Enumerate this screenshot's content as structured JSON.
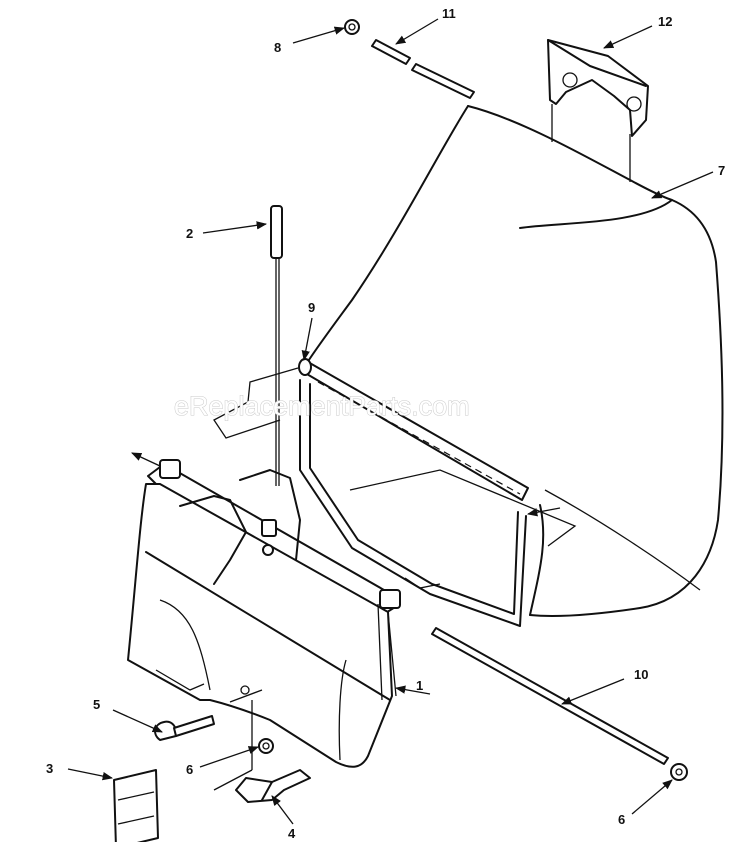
{
  "watermark": "eReplacementParts.com",
  "callouts": {
    "c1": "1",
    "c2": "2",
    "c3": "3",
    "c4": "4",
    "c5": "5",
    "c6a": "6",
    "c6b": "6",
    "c7": "7",
    "c8": "8",
    "c9": "9",
    "c10": "10",
    "c11": "11",
    "c12": "12"
  }
}
